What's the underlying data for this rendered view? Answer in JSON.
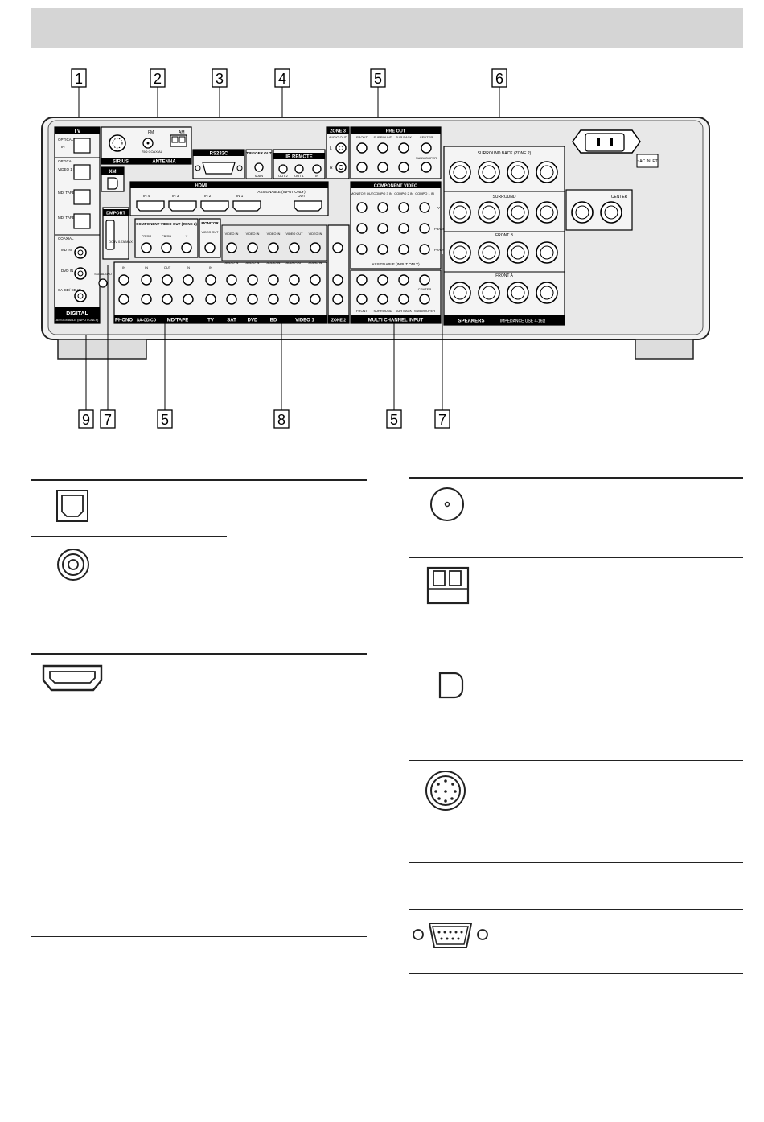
{
  "page": {
    "section_bar": ""
  },
  "panel": {
    "callouts_top": [
      "1",
      "2",
      "3",
      "4",
      "5",
      "6"
    ],
    "callouts_bottom": [
      "9",
      "7",
      "5",
      "8",
      "5",
      "7"
    ],
    "labels": {
      "tv": "TV",
      "sirius": "SIRIUS",
      "antenna": "ANTENNA",
      "fm": "FM",
      "am": "AM",
      "coaxial_75": "75Ω COAXIAL",
      "rs232c": "RS232C",
      "trigger_out": "TRIGGER OUT",
      "main": "MAIN",
      "ir_remote": "IR REMOTE",
      "out2": "OUT 2",
      "out1": "OUT 1",
      "in": "IN",
      "zone3": "ZONE 3",
      "audio_out": "AUDIO OUT",
      "pre_out": "PRE OUT",
      "front": "FRONT",
      "surround": "SURROUND",
      "sub_back": "SUR BACK",
      "center": "CENTER",
      "subwoofer": "SUBWOOFER",
      "surround_back_zone2": "SURROUND BACK (ZONE 2)",
      "surround_label": "SURROUND",
      "center_label": "CENTER",
      "front_b": "FRONT B",
      "front_a": "FRONT A",
      "speakers": "SPEAKERS",
      "impedance": "IMPEDANCE USE 4-16Ω",
      "ac_inlet": "~AC INLET",
      "xm": "XM",
      "hdmi": "HDMI",
      "assignable_input_only": "ASSIGNABLE (INPUT ONLY)",
      "in4": "IN 4",
      "in3": "IN 3",
      "in2": "IN 2",
      "in1": "IN 1",
      "out": "OUT",
      "component_video": "COMPONENT VIDEO",
      "monitor_out": "MONITOR OUT",
      "comp3_in": "COMPO 3 IN",
      "comp2_in": "COMPO 2 IN",
      "comp1_in": "COMPO 1 IN",
      "dmport": "DMPORT",
      "dmport_rating": "DC5V 0.7A MAX",
      "component_video_out_zone2": "COMPONENT VIDEO OUT (ZONE 2)",
      "monitor": "MONITOR",
      "video_out": "VIDEO OUT",
      "video_in": "VIDEO IN",
      "audio_in": "AUDIO IN",
      "audio_out2": "AUDIO OUT",
      "phono": "PHONO",
      "sa_cd_cd": "SA-CD/CD",
      "md_tape": "MD/TAPE",
      "tv2": "TV",
      "sat": "SAT",
      "dvd": "DVD",
      "bd": "BD",
      "video1": "VIDEO 1",
      "zone2": "ZONE 2",
      "multi_channel_input": "MULTI CHANNEL INPUT",
      "digital": "DIGITAL",
      "digital_assign": "ASSIGNABLE (INPUT ONLY)",
      "optical": "OPTICAL",
      "video1_in": "VIDEO 1 IN",
      "md_tape_in": "MD/ TAPE IN",
      "md_tape_out": "MD/ TAPE OUT",
      "coaxial": "COAXIAL",
      "md_in": "MD IN",
      "dvd_in": "DVD IN",
      "sacd_in": "SA-CD/ CD IN",
      "signal_gnd": "SIGNAL GND",
      "y": "Y",
      "pb_cb": "PB/CB",
      "pr_cr": "PR/CR",
      "l": "L",
      "r": "R",
      "plus": "+",
      "minus": "−"
    }
  },
  "legend": {
    "left_icons": [
      "optical-icon",
      "coaxial-jack-icon",
      "hdmi-icon"
    ],
    "right_icons": [
      "fm-antenna-icon",
      "am-terminal-icon",
      "xm-jack-icon",
      "sirius-jack-icon",
      "rs232c-icon"
    ]
  }
}
